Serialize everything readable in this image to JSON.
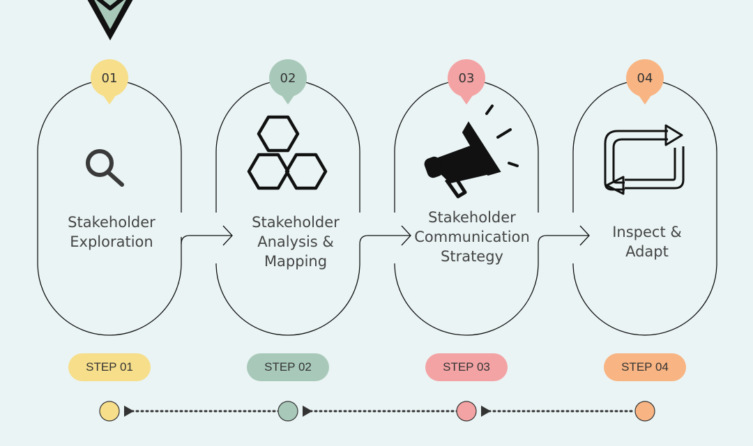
{
  "colors": {
    "background": "#EAF4F4",
    "yellow": "#F6DE8A",
    "green": "#A8C9BA",
    "pink": "#F3A3A4",
    "orange": "#F8B482",
    "marker": "#A8C9BA",
    "ink": "#111111"
  },
  "steps": [
    {
      "number": "01",
      "title_lines": [
        "Stakeholder",
        "Exploration"
      ],
      "label": "STEP 01",
      "icon": "search-icon"
    },
    {
      "number": "02",
      "title_lines": [
        "Stakeholder",
        "Analysis &",
        "Mapping"
      ],
      "label": "STEP 02",
      "icon": "hexagons-icon"
    },
    {
      "number": "03",
      "title_lines": [
        "Stakeholder",
        "Communication",
        "Strategy"
      ],
      "label": "STEP 03",
      "icon": "megaphone-icon"
    },
    {
      "number": "04",
      "title_lines": [
        "Inspect &",
        "Adapt"
      ],
      "label": "STEP 04",
      "icon": "repeat-arrows-icon"
    }
  ]
}
